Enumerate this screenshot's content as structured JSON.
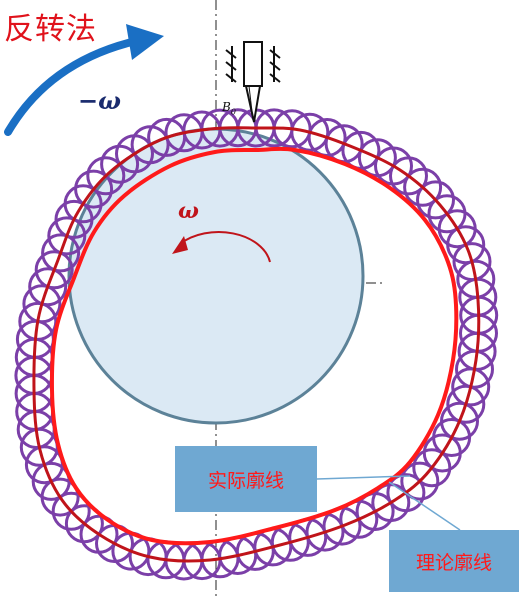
{
  "title": "反转法",
  "labels": {
    "negative_omega": "−ω",
    "omega": "ω",
    "point_b": "B",
    "point_b_subscript": "0",
    "actual_profile": "实际廓线",
    "theoretical_profile": "理论廓线"
  },
  "colors": {
    "title": "#e0121b",
    "rotation_arrow": "#1a6fc4",
    "roller_circles": "#7b3fa8",
    "theoretical_profile": "#c0141a",
    "actual_profile": "#ff1a1a",
    "base_circle_fill": "#dbe9f4",
    "base_circle_stroke": "#5c8298",
    "label_box": "#6fa8d2"
  },
  "icons": [
    "rotation-arrow-icon",
    "follower-guide-icon",
    "roller-follower-icon",
    "omega-arrow-icon"
  ]
}
